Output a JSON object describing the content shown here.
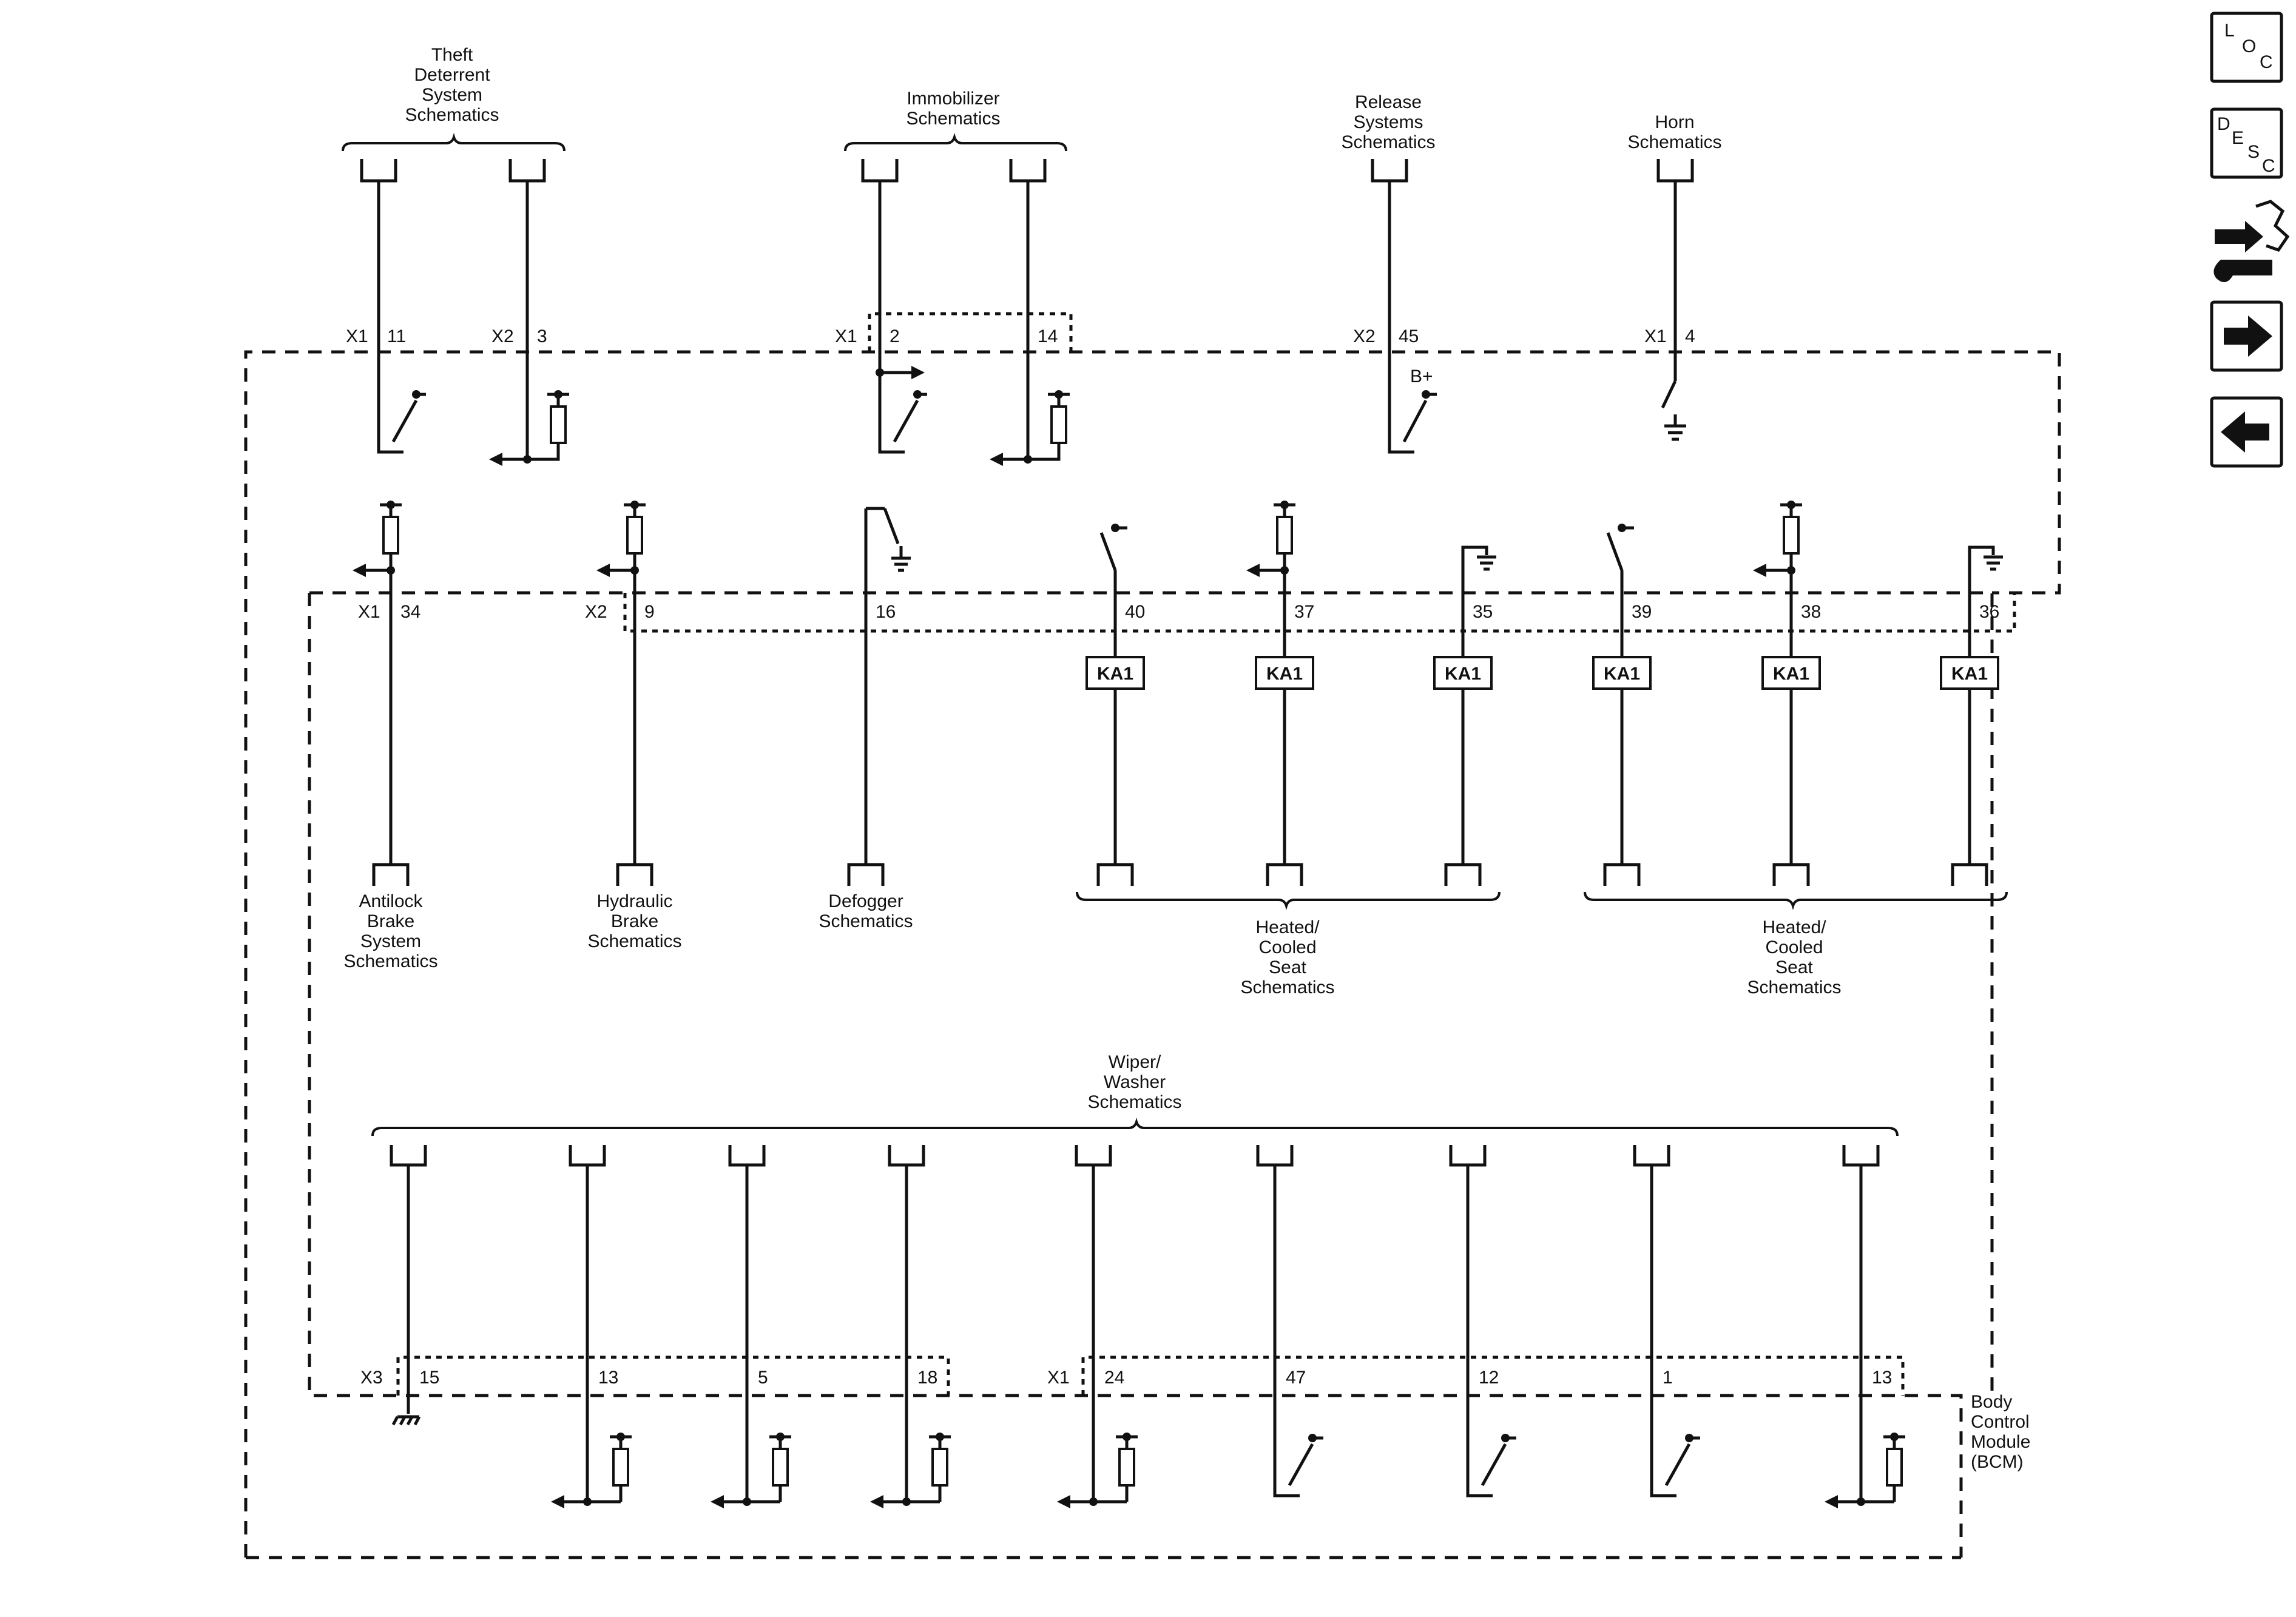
{
  "top_groups": {
    "theft": {
      "lines": [
        "Theft",
        "Deterrent",
        "System",
        "Schematics"
      ]
    },
    "immobilizer": {
      "lines": [
        "Immobilizer",
        "Schematics"
      ]
    },
    "release": {
      "lines": [
        "Release",
        "Systems",
        "Schematics"
      ]
    },
    "horn": {
      "lines": [
        "Horn",
        "Schematics"
      ]
    }
  },
  "connectors": {
    "x1": "X1",
    "x2": "X2",
    "x3": "X3"
  },
  "top_pins": [
    "11",
    "3",
    "2",
    "14",
    "45",
    "4"
  ],
  "supply_label": "B+",
  "middle_pins": [
    "34",
    "9",
    "16",
    "40",
    "37",
    "35",
    "39",
    "38",
    "36"
  ],
  "relay_label": "KA1",
  "middle_groups": {
    "antilock": {
      "lines": [
        "Antilock",
        "Brake",
        "System",
        "Schematics"
      ]
    },
    "hydraulic": {
      "lines": [
        "Hydraulic",
        "Brake",
        "Schematics"
      ]
    },
    "defogger": {
      "lines": [
        "Defogger",
        "Schematics"
      ]
    },
    "seat_left": {
      "lines": [
        "Heated/",
        "Cooled",
        "Seat",
        "Schematics"
      ]
    },
    "seat_right": {
      "lines": [
        "Heated/",
        "Cooled",
        "Seat",
        "Schematics"
      ]
    }
  },
  "wiper_group": {
    "lines": [
      "Wiper/",
      "Washer",
      "Schematics"
    ]
  },
  "bottom_pins": [
    "15",
    "13",
    "5",
    "18",
    "24",
    "47",
    "12",
    "1",
    "13"
  ],
  "module": {
    "lines": [
      "Body",
      "Control",
      "Module",
      "(BCM)"
    ]
  },
  "nav": {
    "loc": {
      "chars": [
        "L",
        "O",
        "C"
      ]
    },
    "desc": {
      "chars": [
        "D",
        "E",
        "S",
        "C"
      ]
    },
    "icons": [
      "connector-wrench-icon",
      "arrow-right-icon",
      "arrow-left-icon"
    ]
  }
}
